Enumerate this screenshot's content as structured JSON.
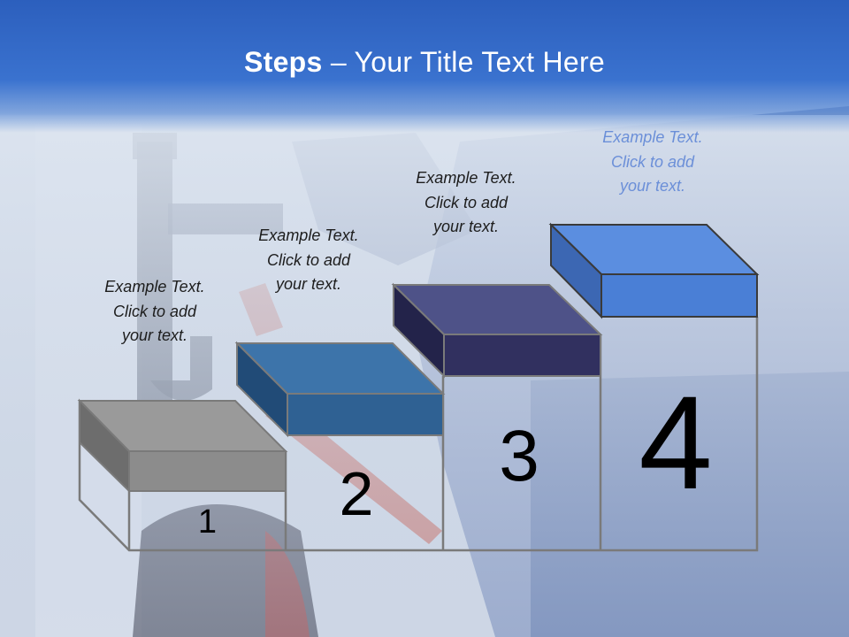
{
  "slide": {
    "title_bold": "Steps",
    "title_rest": " – Your Title Text Here",
    "steps": [
      {
        "number": "1",
        "lines": [
          "Example Text.",
          "Click  to add",
          "your text."
        ]
      },
      {
        "number": "2",
        "lines": [
          "Example Text.",
          "Click  to add",
          "your text."
        ]
      },
      {
        "number": "3",
        "lines": [
          "Example Text.",
          "Click  to add",
          "your text."
        ]
      },
      {
        "number": "4",
        "lines": [
          "Example Text.",
          "Click  to add",
          "your text."
        ]
      }
    ],
    "colors": {
      "title_bar": "#2c5fbd",
      "step1": "#8c8c8c",
      "step2": "#2f6193",
      "step3": "#31305f",
      "step4": "#4a7fd6"
    }
  }
}
